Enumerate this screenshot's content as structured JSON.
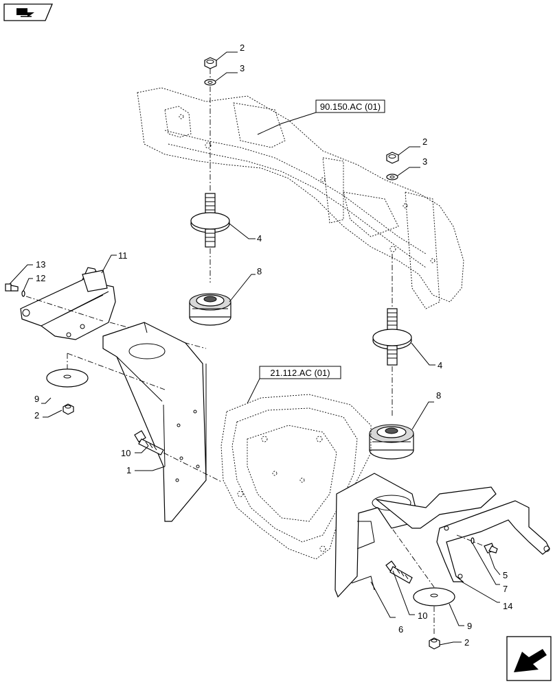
{
  "references": [
    {
      "id": "ref-frame",
      "label": "90.150.AC (01)"
    },
    {
      "id": "ref-transmission",
      "label": "21.112.AC (01)"
    }
  ],
  "callouts": [
    {
      "key": "c2a",
      "label": "2"
    },
    {
      "key": "c3a",
      "label": "3"
    },
    {
      "key": "c2b",
      "label": "2"
    },
    {
      "key": "c3b",
      "label": "3"
    },
    {
      "key": "c4a",
      "label": "4"
    },
    {
      "key": "c4b",
      "label": "4"
    },
    {
      "key": "c8a",
      "label": "8"
    },
    {
      "key": "c8b",
      "label": "8"
    },
    {
      "key": "c11",
      "label": "11"
    },
    {
      "key": "c12",
      "label": "12"
    },
    {
      "key": "c13",
      "label": "13"
    },
    {
      "key": "c9a",
      "label": "9"
    },
    {
      "key": "c2c",
      "label": "2"
    },
    {
      "key": "c10a",
      "label": "10"
    },
    {
      "key": "c1",
      "label": "1"
    },
    {
      "key": "c5",
      "label": "5"
    },
    {
      "key": "c7",
      "label": "7"
    },
    {
      "key": "c14",
      "label": "14"
    },
    {
      "key": "c10b",
      "label": "10"
    },
    {
      "key": "c6",
      "label": "6"
    },
    {
      "key": "c9b",
      "label": "9"
    },
    {
      "key": "c2d",
      "label": "2"
    }
  ],
  "icons": {
    "top_left": "book-navigation-icon",
    "bottom_right": "next-page-arrow-icon"
  }
}
